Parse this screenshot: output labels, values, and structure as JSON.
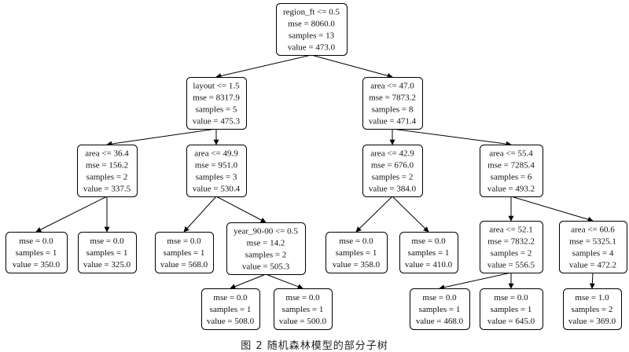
{
  "figure": {
    "caption": "图 2   随机森林模型的部分子树"
  },
  "tree": {
    "nodes": [
      {
        "id": "n0",
        "lines": [
          "region_ft <= 0.5",
          "mse = 8060.0",
          "samples = 13",
          "value = 473.0"
        ]
      },
      {
        "id": "n1",
        "lines": [
          "layout <= 1.5",
          "mse = 8317.9",
          "samples = 5",
          "value = 475.3"
        ]
      },
      {
        "id": "n2",
        "lines": [
          "area <= 47.0",
          "mse = 7873.2",
          "samples = 8",
          "value = 471.4"
        ]
      },
      {
        "id": "n3",
        "lines": [
          "area <= 36.4",
          "mse = 156.2",
          "samples = 2",
          "value = 337.5"
        ]
      },
      {
        "id": "n4",
        "lines": [
          "area <= 49.9",
          "mse = 951.0",
          "samples = 3",
          "value = 530.4"
        ]
      },
      {
        "id": "n5",
        "lines": [
          "area <= 42.9",
          "mse = 676.0",
          "samples = 2",
          "value = 384.0"
        ]
      },
      {
        "id": "n6",
        "lines": [
          "area <= 55.4",
          "mse = 7285.4",
          "samples = 6",
          "value = 493.2"
        ]
      },
      {
        "id": "n7",
        "lines": [
          "mse = 0.0",
          "samples = 1",
          "value = 350.0"
        ]
      },
      {
        "id": "n8",
        "lines": [
          "mse = 0.0",
          "samples = 1",
          "value = 325.0"
        ]
      },
      {
        "id": "n9",
        "lines": [
          "mse = 0.0",
          "samples = 1",
          "value = 568.0"
        ]
      },
      {
        "id": "n10",
        "lines": [
          "year_90-00 <= 0.5",
          "mse = 14.2",
          "samples = 2",
          "value = 505.3"
        ]
      },
      {
        "id": "n11",
        "lines": [
          "mse = 0.0",
          "samples = 1",
          "value = 358.0"
        ]
      },
      {
        "id": "n12",
        "lines": [
          "mse = 0.0",
          "samples = 1",
          "value = 410.0"
        ]
      },
      {
        "id": "n13",
        "lines": [
          "area <= 52.1",
          "mse = 7832.2",
          "samples = 2",
          "value = 556.5"
        ]
      },
      {
        "id": "n14",
        "lines": [
          "area <= 60.6",
          "mse = 5325.1",
          "samples = 4",
          "value = 472.2"
        ]
      },
      {
        "id": "n15",
        "lines": [
          "mse = 0.0",
          "samples = 1",
          "value = 508.0"
        ]
      },
      {
        "id": "n16",
        "lines": [
          "mse = 0.0",
          "samples = 1",
          "value = 500.0"
        ]
      },
      {
        "id": "n17",
        "lines": [
          "mse = 0.0",
          "samples = 1",
          "value = 468.0"
        ]
      },
      {
        "id": "n18",
        "lines": [
          "mse = 0.0",
          "samples = 1",
          "value = 645.0"
        ]
      },
      {
        "id": "n19",
        "lines": [
          "mse = 1.0",
          "samples = 2",
          "value = 369.0"
        ]
      }
    ],
    "edges": [
      [
        "n0",
        "n1"
      ],
      [
        "n0",
        "n2"
      ],
      [
        "n1",
        "n3"
      ],
      [
        "n1",
        "n4"
      ],
      [
        "n2",
        "n5"
      ],
      [
        "n2",
        "n6"
      ],
      [
        "n3",
        "n7"
      ],
      [
        "n3",
        "n8"
      ],
      [
        "n4",
        "n9"
      ],
      [
        "n4",
        "n10"
      ],
      [
        "n5",
        "n11"
      ],
      [
        "n5",
        "n12"
      ],
      [
        "n6",
        "n13"
      ],
      [
        "n6",
        "n14"
      ],
      [
        "n10",
        "n15"
      ],
      [
        "n10",
        "n16"
      ],
      [
        "n13",
        "n17"
      ],
      [
        "n13",
        "n18"
      ],
      [
        "n14",
        "n19"
      ]
    ]
  }
}
